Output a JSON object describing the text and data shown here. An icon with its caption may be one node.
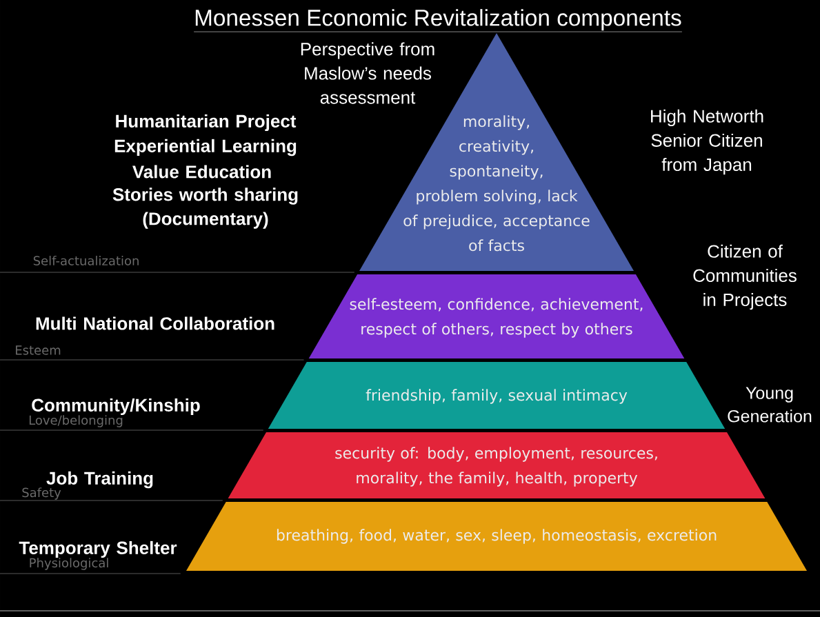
{
  "diagram": {
    "title": "Monessen Economic Revitalization components",
    "nodes": [
      {
        "text": [
          "morality, creativity, spontaneity, problem solving, lack of prejudice, acceptance of facts"
        ]
      },
      {
        "text": [
          "self-esteem, confidence, achievement, respect of others, respect by others"
        ]
      },
      {
        "text": [
          "friendship, family, sexual intimacy"
        ]
      },
      {
        "text": [
          "security of: body, employment, resources, morality, the family, health, property"
        ]
      },
      {
        "text": [
          "breathing, food, water, sex, sleep, homeostasis, excretion"
        ]
      }
    ],
    "labels": [
      "Perspective from Maslow’s needs assessment",
      "Humanitarian Project",
      "Experiential Learning",
      "Value Education",
      "Stories worth sharing (Documentary)",
      "High Networth Senior Citizen from Japan",
      "Self-actualization",
      "Citizen of Communities in Projects",
      "Multi National Collaboration",
      "Esteem",
      "Community/Kinship",
      "Love/belonging",
      "Young Generation",
      "Job Training",
      "Safety",
      "Temporary Shelter",
      "Physiological"
    ]
  }
}
